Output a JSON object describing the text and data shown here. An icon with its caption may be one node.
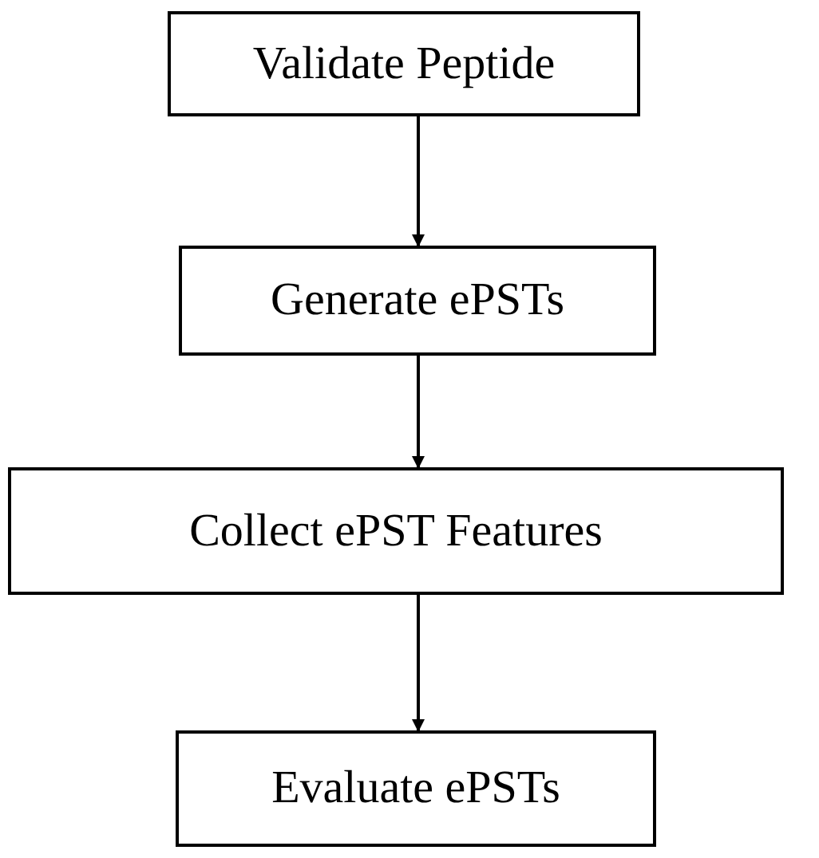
{
  "diagram": {
    "nodes": [
      {
        "text": [
          "Validate Peptide"
        ]
      },
      {
        "text": [
          "Generate ePSTs"
        ]
      },
      {
        "text": [
          "Collect ePST Features"
        ]
      },
      {
        "text": [
          "Evaluate ePSTs"
        ]
      }
    ],
    "edges": [
      {
        "from": 0,
        "to": 1,
        "arrow": "to"
      },
      {
        "from": 1,
        "to": 2,
        "arrow": "to"
      },
      {
        "from": 2,
        "to": 3,
        "arrow": "to"
      }
    ]
  }
}
